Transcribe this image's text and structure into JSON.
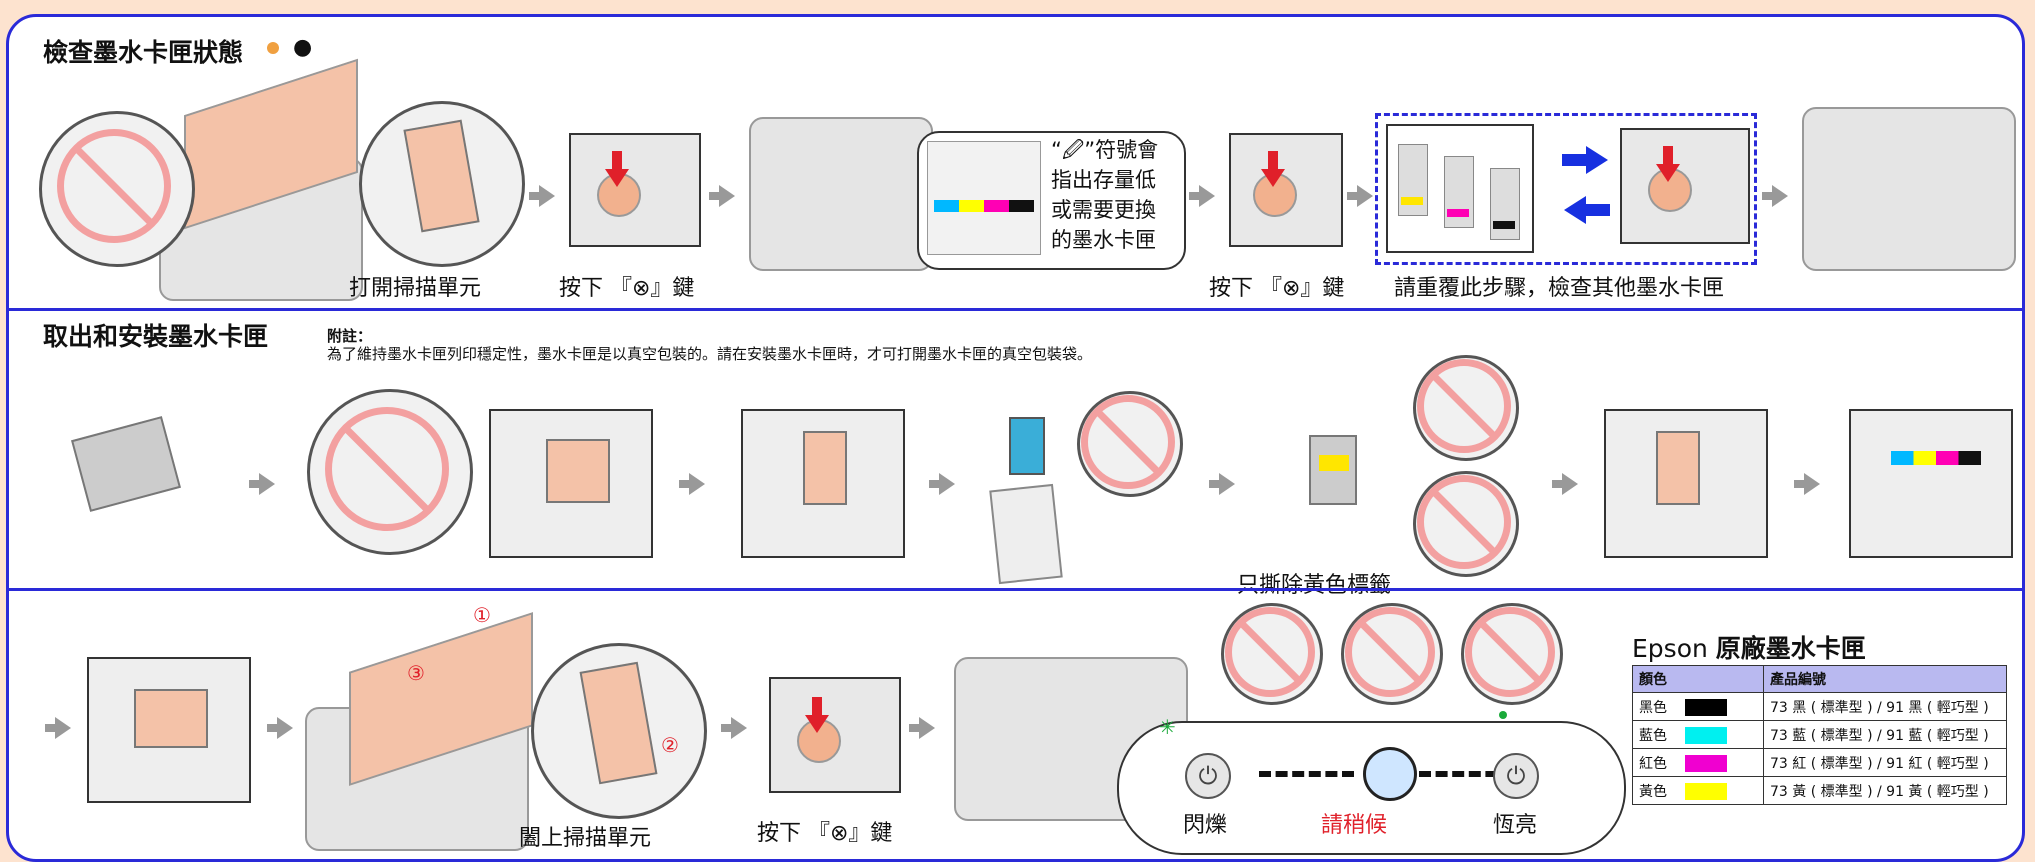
{
  "section1": {
    "title": "檢查墨水卡匣狀態",
    "caption_open": "打開掃描單元",
    "caption_press1": "按下 『⊗』鍵",
    "bubble_text": "“🖉”符號會指出存量低或需要更換的墨水卡匣",
    "caption_press2": "按下 『⊗』鍵",
    "caption_repeat": "請重覆此步驟，檢查其他墨水卡匣"
  },
  "section2": {
    "title": "取出和安裝墨水卡匣",
    "note_title": "附註：",
    "note_body": "為了維持墨水卡匣列印穩定性，墨水卡匣是以真空包裝的。請在安裝墨水卡匣時，才可打開墨水卡匣的真空包裝袋。",
    "caption_tear": "只撕除黃色標籤"
  },
  "section3": {
    "caption_close": "闔上掃描單元",
    "caption_press": "按下 『⊗』鍵",
    "step1": "①",
    "step2": "②",
    "step3": "③",
    "status_flash": "閃爍",
    "status_wait": "請稍候",
    "status_on": "恆亮"
  },
  "ink_table": {
    "title_prefix": "Epson ",
    "title_bold": "原廠墨水卡匣",
    "col_color": "顏色",
    "col_code": "產品編號",
    "rows": [
      {
        "color": "黑色",
        "swatch": "#000000",
        "code": "73 黑 ( 標準型 ) / 91 黑 ( 輕巧型 )"
      },
      {
        "color": "藍色",
        "swatch": "#00f0f0",
        "code": "73 藍 ( 標準型 ) / 91 藍 ( 輕巧型 )"
      },
      {
        "color": "紅色",
        "swatch": "#f000d0",
        "code": "73 紅 ( 標準型 ) / 91 紅 ( 輕巧型 )"
      },
      {
        "color": "黃色",
        "swatch": "#ffff00",
        "code": "73 黃 ( 標準型 ) / 91 黃 ( 輕巧型 )"
      }
    ]
  },
  "colors": {
    "accent": "#2a2ad8",
    "red": "#e0202a",
    "background": "#fde3cf"
  }
}
